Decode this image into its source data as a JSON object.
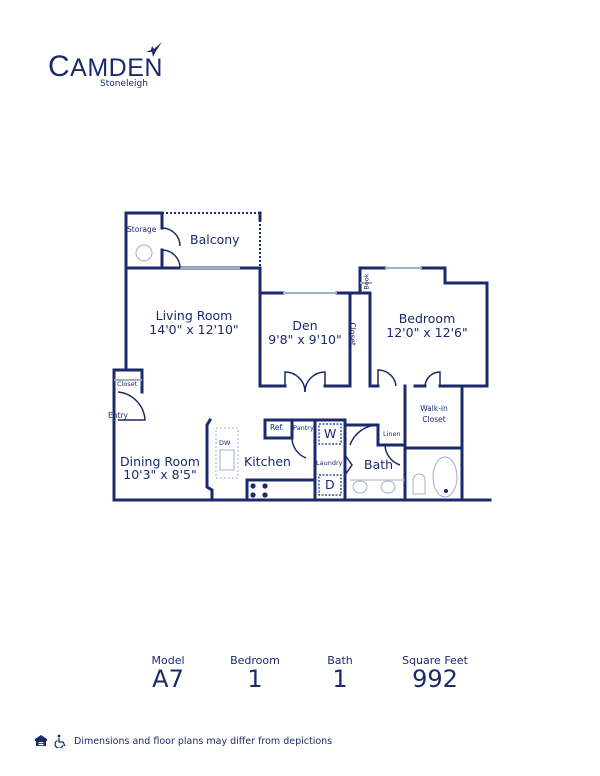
{
  "brand": {
    "name": "Camden",
    "community": "Stoneleigh",
    "color": "#1b2a6b"
  },
  "floorplan": {
    "rooms": {
      "storage": "Storage",
      "balcony": "Balcony",
      "living_room": "Living Room",
      "living_room_dims": "14'0\" x 12'10\"",
      "den": "Den",
      "den_dims": "9'8\" x 9'10\"",
      "den_closet": "Closet",
      "book": "Book",
      "bedroom": "Bedroom",
      "bedroom_dims": "12'0\" x 12'6\"",
      "entry_closet": "Closet",
      "entry": "Entry",
      "dining_room": "Dining Room",
      "dining_room_dims": "10'3\" x 8'5\"",
      "kitchen": "Kitchen",
      "dw": "DW",
      "ref": "Ref.",
      "pantry": "Pantry",
      "washer": "W",
      "dryer": "D",
      "laundry": "Laundry",
      "linen": "Linen",
      "bath": "Bath",
      "walkin_closet_line1": "Walk-in",
      "walkin_closet_line2": "Closet"
    }
  },
  "stats": [
    {
      "label": "Model",
      "value": "A7"
    },
    {
      "label": "Bedroom",
      "value": "1"
    },
    {
      "label": "Bath",
      "value": "1"
    },
    {
      "label": "Square Feet",
      "value": "992"
    }
  ],
  "footer": {
    "icons": [
      "equal-housing-icon",
      "accessibility-icon"
    ],
    "disclaimer": "Dimensions and floor plans may differ from depictions"
  }
}
